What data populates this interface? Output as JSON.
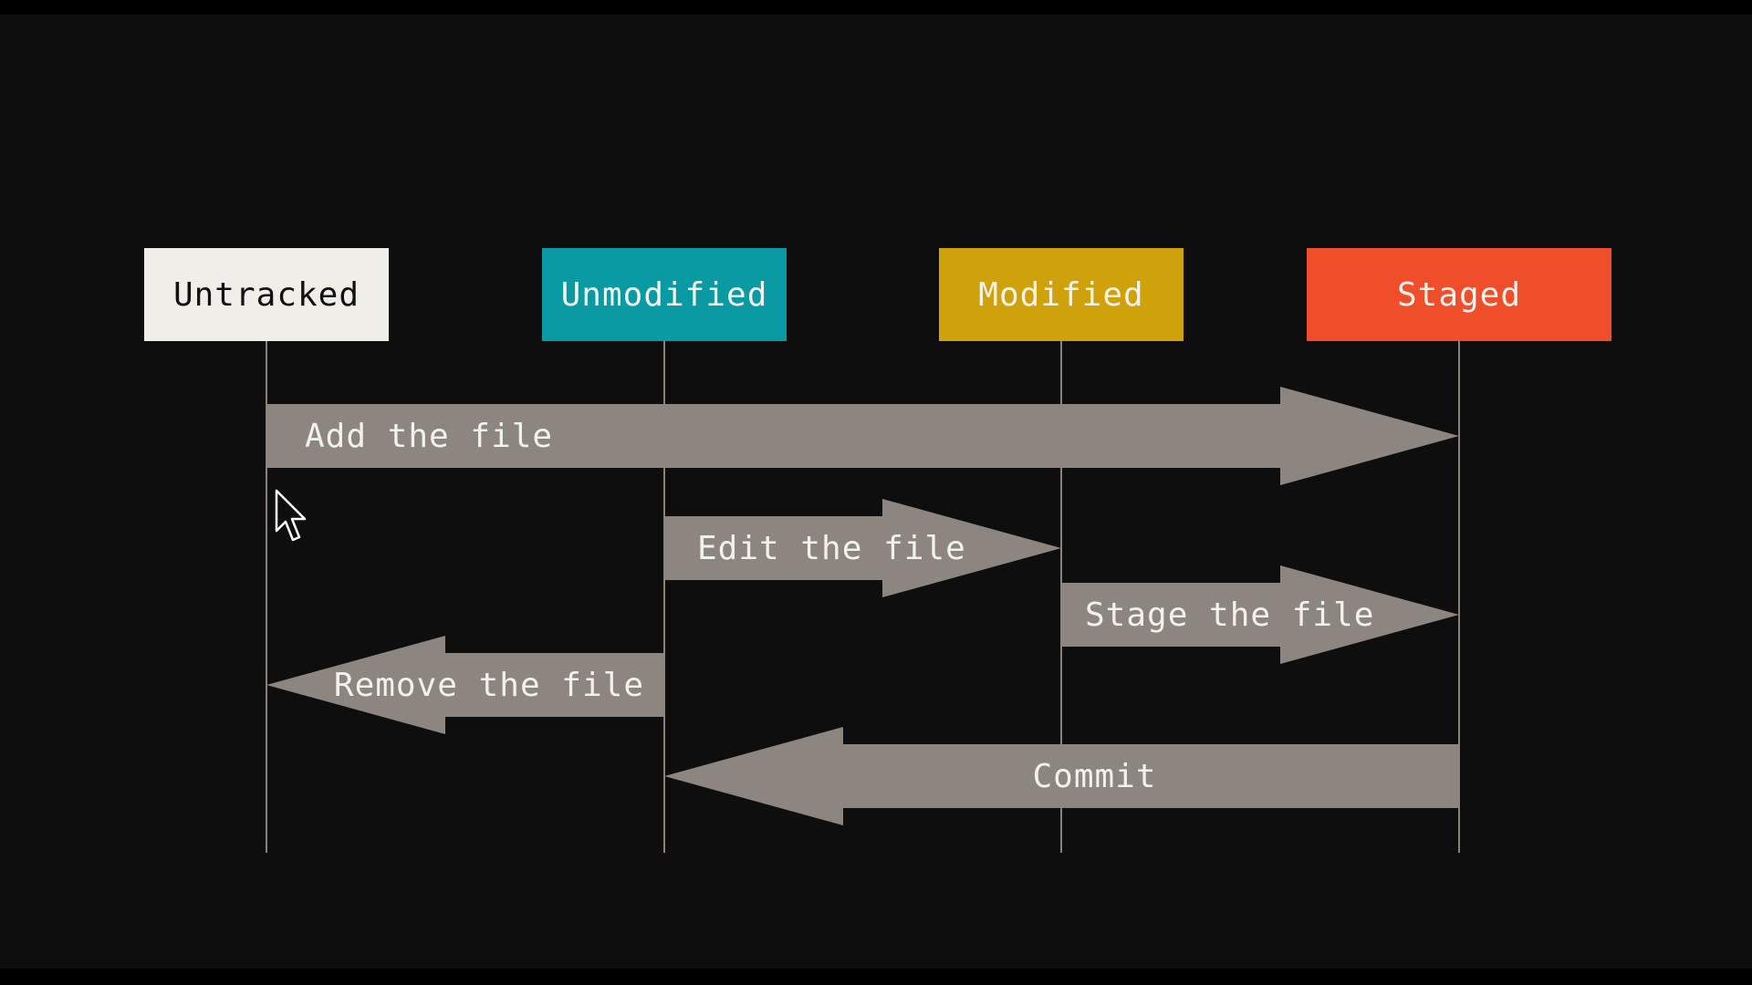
{
  "colors": {
    "background": "#0e0e0e",
    "border": "#000000",
    "lifeline": "#8a837c",
    "arrow_fill": "#8c8580",
    "arrow_text": "#f3f1ec"
  },
  "states": [
    {
      "id": "untracked",
      "label": "Untracked",
      "fill": "#efeee8",
      "text_color": "#111111"
    },
    {
      "id": "unmodified",
      "label": "Unmodified",
      "fill": "#0a9aa3",
      "text_color": "#f3f1ec"
    },
    {
      "id": "modified",
      "label": "Modified",
      "fill": "#cfa10a",
      "text_color": "#f3f1ec"
    },
    {
      "id": "staged",
      "label": "Staged",
      "fill": "#f04e2a",
      "text_color": "#f3f1ec"
    }
  ],
  "transitions": [
    {
      "id": "add-the-file",
      "label": "Add the file",
      "from": "untracked",
      "to": "staged"
    },
    {
      "id": "edit-the-file",
      "label": "Edit the file",
      "from": "unmodified",
      "to": "modified"
    },
    {
      "id": "stage-the-file",
      "label": "Stage the file",
      "from": "modified",
      "to": "staged"
    },
    {
      "id": "remove-the-file",
      "label": "Remove the file",
      "from": "unmodified",
      "to": "untracked"
    },
    {
      "id": "commit",
      "label": "Commit",
      "from": "staged",
      "to": "unmodified"
    }
  ],
  "cursor": {
    "icon": "mouse-pointer-icon"
  }
}
